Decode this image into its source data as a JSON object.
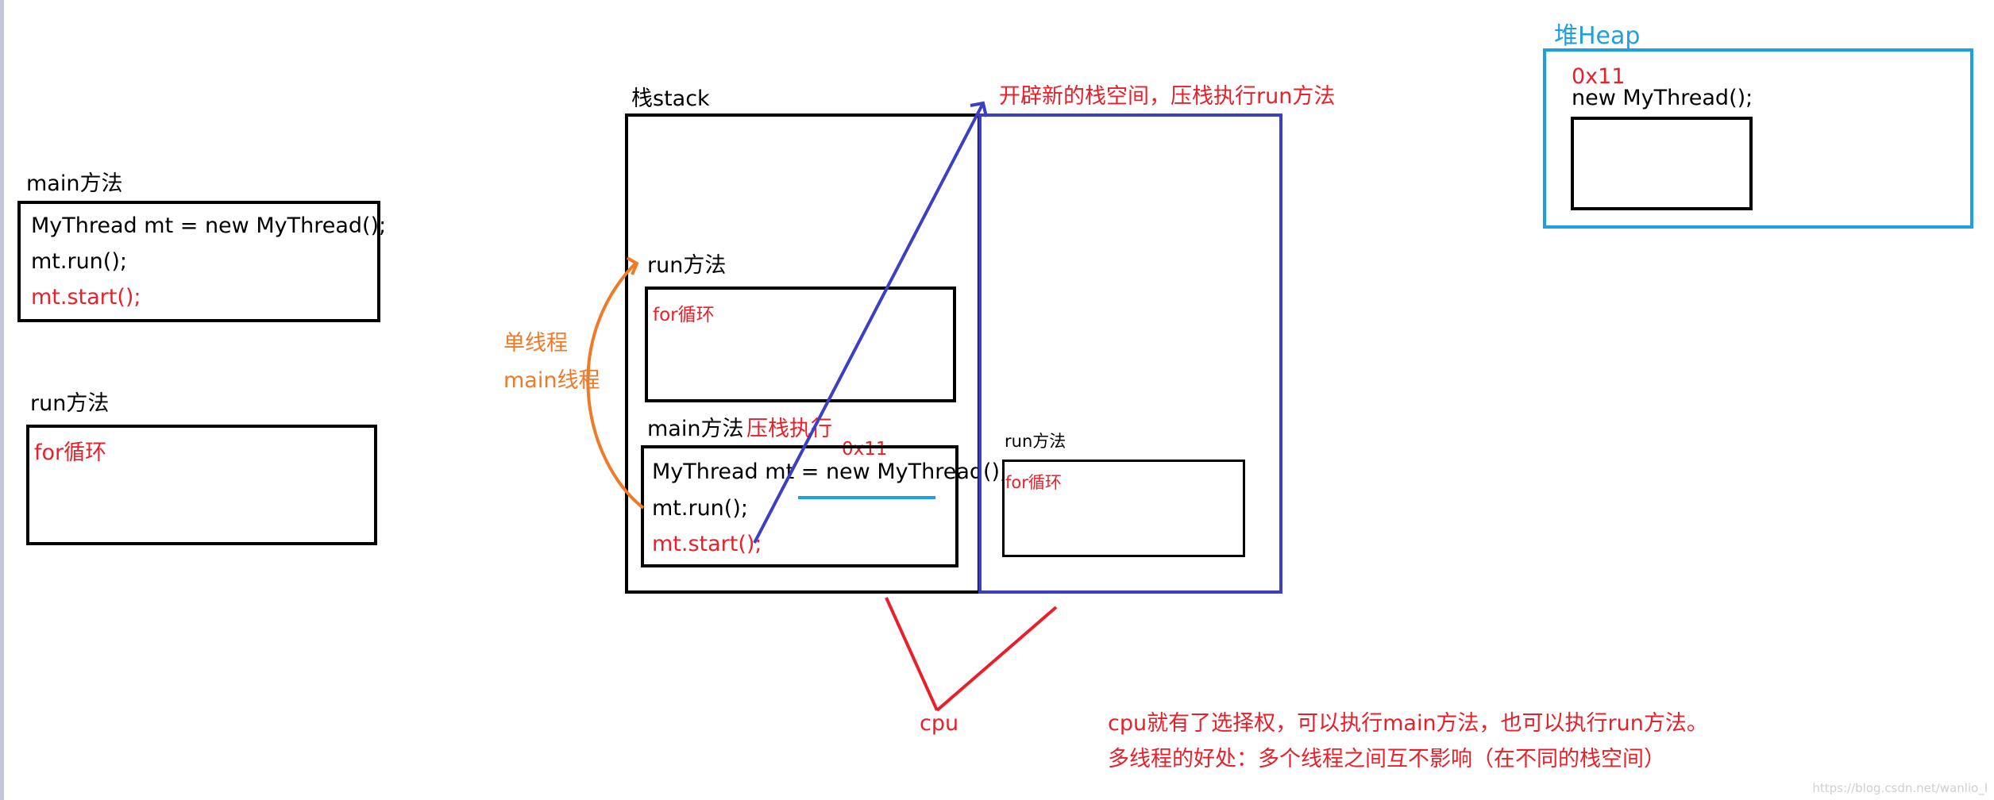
{
  "left": {
    "main_title": "main方法",
    "main_lines": [
      "MyThread mt = new MyThread();",
      "mt.run();",
      "mt.start();"
    ],
    "run_title": "run方法",
    "run_body": "for循环"
  },
  "stack": {
    "title": "栈stack",
    "run_title": "run方法",
    "run_body": "for循环",
    "main_title": "main方法",
    "push_note": "压栈执行",
    "address": "0x11",
    "main_lines": [
      "MyThread mt = new MyThread();",
      "mt.run();",
      "mt.start();"
    ],
    "single_thread_1": "单线程",
    "single_thread_2": "main线程"
  },
  "new_stack": {
    "note": "开辟新的栈空间，压栈执行run方法",
    "run_title": "run方法",
    "run_body": "for循环"
  },
  "heap": {
    "title": "堆Heap",
    "address": "0x11",
    "object": "new MyThread();"
  },
  "cpu": {
    "label": "cpu",
    "note_1": "cpu就有了选择权，可以执行main方法，也可以执行run方法。",
    "note_2": "多线程的好处：多个线程之间互不影响（在不同的栈空间）"
  },
  "watermark": "https://blog.csdn.net/wanlio_l",
  "colors": {
    "red": "#e8202a",
    "orange": "#f07a28",
    "light_blue": "#1ea0e0",
    "dark_blue": "#3b3fc4",
    "black": "#000000"
  }
}
